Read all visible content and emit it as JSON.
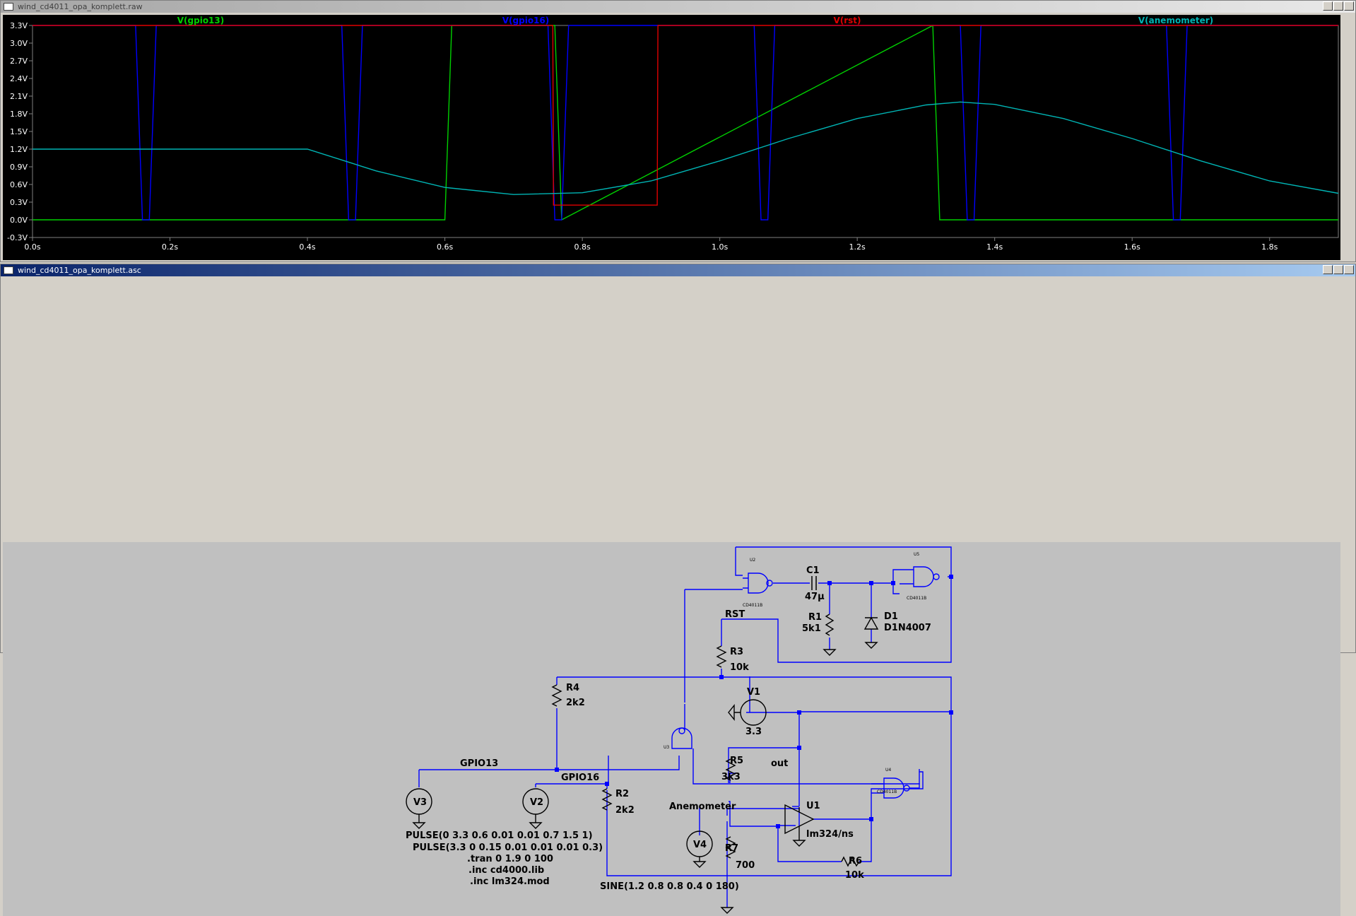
{
  "waveform_window": {
    "title": "wind_cd4011_opa_komplett.raw",
    "traces": [
      {
        "name": "V(gpio13)",
        "color": "#00d000"
      },
      {
        "name": "V(gpio16)",
        "color": "#0000ff"
      },
      {
        "name": "V(rst)",
        "color": "#e00000"
      },
      {
        "name": "V(anemometer)",
        "color": "#00b4b4"
      }
    ]
  },
  "schematic_window": {
    "title": "wind_cd4011_opa_komplett.asc",
    "labels": {
      "c1": "C1",
      "c1_val": "47µ",
      "r1": "R1",
      "r1_val": "5k1",
      "d1": "D1",
      "d1_val": "D1N4007",
      "rst": "RST",
      "r3": "R3",
      "r3_val": "10k",
      "r4": "R4",
      "r4_val": "2k2",
      "v1": "V1",
      "v1_val": "3.3",
      "gpio13": "GPIO13",
      "gpio16": "GPIO16",
      "r5": "R5",
      "r5_val": "3k3",
      "out": "out",
      "r2": "R2",
      "r2_val": "2k2",
      "v3": "V3",
      "v2": "V2",
      "anemometer": "Anemometer",
      "u1": "U1",
      "u1_val": "lm324/ns",
      "v4": "V4",
      "r7": "R7",
      "r7_val": "700",
      "r6": "R6",
      "r6_val": "10k",
      "u2": "U2",
      "u3": "U3",
      "u4": "U4",
      "u5": "U5",
      "cd": "CD4011B"
    },
    "directives": [
      "PULSE(0 3.3 0.6 0.01 0.01 0.7 1.5 1)",
      "PULSE(3.3 0 0.15 0.01 0.01 0.01 0.3)",
      ".tran 0 1.9 0 100",
      ".inc cd4000.lib",
      ".inc lm324.mod"
    ],
    "v4_source": "SINE(1.2 0.8 0.8 0.4 0 180)"
  },
  "chart_data": {
    "type": "line",
    "xlabel": "",
    "ylabel": "",
    "xlim": [
      0,
      1.9
    ],
    "ylim": [
      -0.3,
      3.3
    ],
    "x_ticks": [
      "0.0s",
      "0.2s",
      "0.4s",
      "0.6s",
      "0.8s",
      "1.0s",
      "1.2s",
      "1.4s",
      "1.6s",
      "1.8s"
    ],
    "y_ticks": [
      "3.3V",
      "3.0V",
      "2.7V",
      "2.4V",
      "2.1V",
      "1.8V",
      "1.5V",
      "1.2V",
      "0.9V",
      "0.6V",
      "0.3V",
      "0.0V",
      "-0.3V"
    ],
    "series": [
      {
        "name": "V(gpio13)",
        "color": "#00d000",
        "x": [
          0,
          0.6,
          0.61,
          0.76,
          0.77,
          1.31,
          1.32,
          1.9
        ],
        "y": [
          0,
          0,
          3.3,
          3.3,
          0,
          3.3,
          0,
          0
        ]
      },
      {
        "name": "V(gpio16)",
        "color": "#0000ff",
        "x": [
          0,
          0.15,
          0.16,
          0.17,
          0.18,
          0.45,
          0.46,
          0.47,
          0.48,
          0.75,
          0.76,
          0.77,
          0.78,
          1.05,
          1.06,
          1.07,
          1.08,
          1.35,
          1.36,
          1.37,
          1.38,
          1.65,
          1.66,
          1.67,
          1.68,
          1.9
        ],
        "y": [
          3.3,
          3.3,
          0,
          0,
          3.3,
          3.3,
          0,
          0,
          3.3,
          3.3,
          0,
          0,
          3.3,
          3.3,
          0,
          0,
          3.3,
          3.3,
          0,
          0,
          3.3,
          3.3,
          0,
          0,
          3.3,
          3.3
        ]
      },
      {
        "name": "V(rst)",
        "color": "#e00000",
        "x": [
          0,
          0.757,
          0.758,
          0.909,
          0.91,
          1.9
        ],
        "y": [
          3.3,
          3.3,
          0.25,
          0.25,
          3.3,
          3.3
        ]
      },
      {
        "name": "V(anemometer)",
        "color": "#00b4b4",
        "x": [
          0,
          0.4,
          0.5,
          0.6,
          0.7,
          0.8,
          0.9,
          1.0,
          1.1,
          1.2,
          1.3,
          1.35,
          1.4,
          1.5,
          1.6,
          1.7,
          1.8,
          1.9
        ],
        "y": [
          1.2,
          1.2,
          0.83,
          0.55,
          0.43,
          0.46,
          0.66,
          1.0,
          1.38,
          1.72,
          1.95,
          2.0,
          1.96,
          1.72,
          1.38,
          1.0,
          0.66,
          0.45
        ]
      }
    ]
  }
}
